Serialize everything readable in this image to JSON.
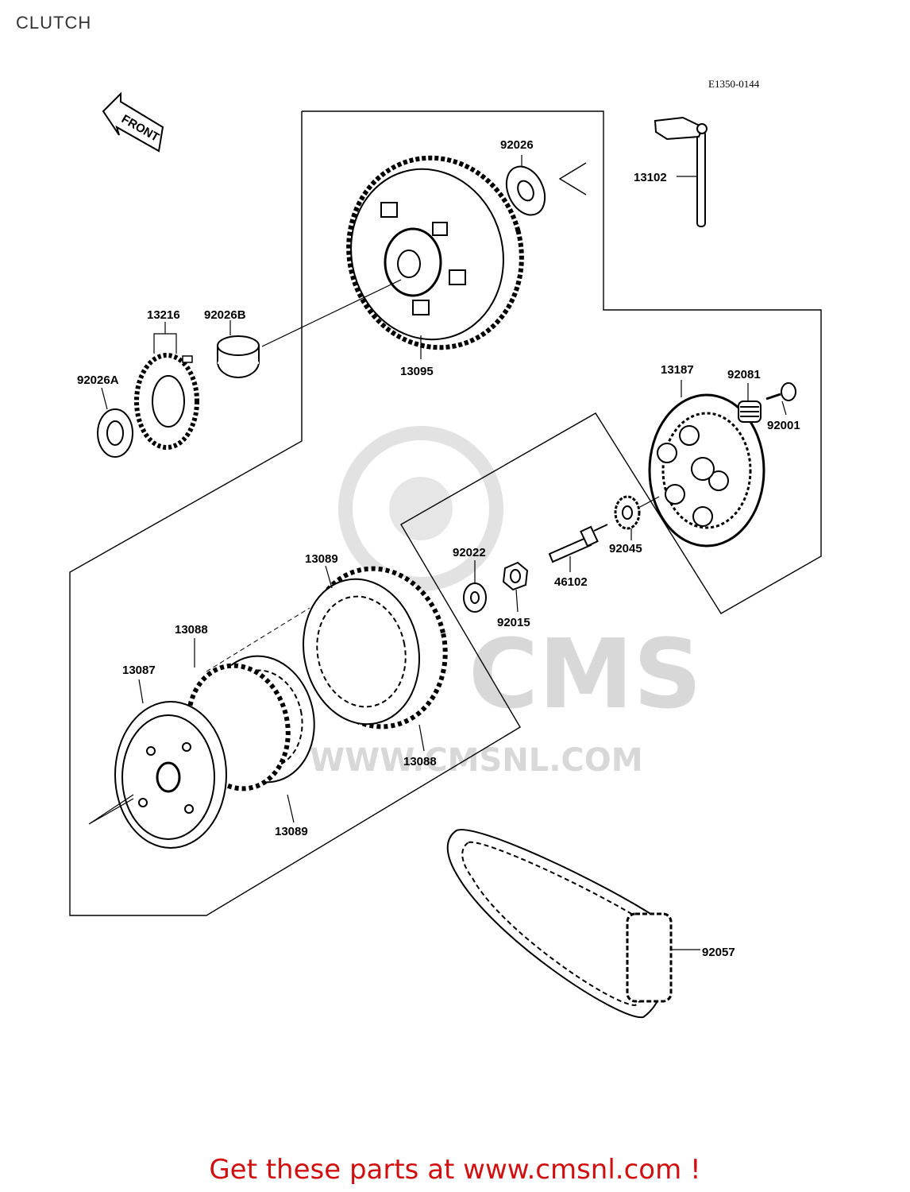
{
  "title": "CLUTCH",
  "diagram_code": "E1350-0144",
  "direction_label": "FRONT",
  "watermark": {
    "brand": "CMS",
    "url": "WWW.CMSNL.COM"
  },
  "footer": "Get these parts at www.cmsnl.com !",
  "parts": {
    "p13102": "13102",
    "p92026": "92026",
    "p13216": "13216",
    "p92026B": "92026B",
    "p92026A": "92026A",
    "p13095": "13095",
    "p13187": "13187",
    "p92081": "92081",
    "p92001": "92001",
    "p92022": "92022",
    "p92015": "92015",
    "p46102": "46102",
    "p92045": "92045",
    "p13089a": "13089",
    "p13088a": "13088",
    "p13087": "13087",
    "p13088b": "13088",
    "p13089b": "13089",
    "p92057": "92057"
  },
  "colors": {
    "footer": "#d01010",
    "line": "#000000",
    "watermark": "#d8d8d8"
  }
}
